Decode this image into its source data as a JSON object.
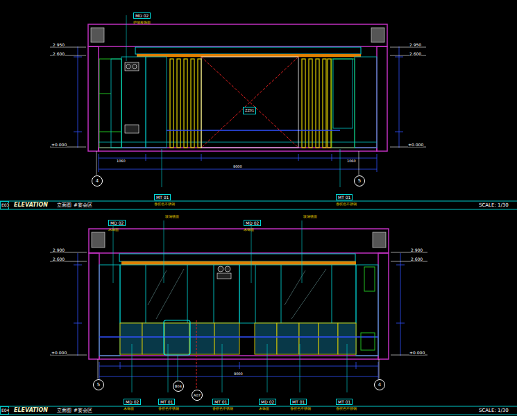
{
  "diagram": {
    "nodes": [
      {
        "text": [
          "MD 02",
          "护墙板饰面"
        ]
      },
      {
        "text": [
          "ZZ01"
        ]
      },
      {
        "text": [
          "4"
        ]
      },
      {
        "text": [
          "5"
        ]
      },
      {
        "text": [
          "MT 01",
          "香槟色不锈钢"
        ]
      },
      {
        "text": [
          "MT 01",
          "香槟色不锈钢"
        ]
      },
      {
        "text": [
          "MD 02",
          "木饰面"
        ]
      },
      {
        "text": [
          "MD 02",
          "木饰面"
        ]
      },
      {
        "text": [
          "5"
        ]
      },
      {
        "text": [
          "4"
        ]
      },
      {
        "text": [
          "B04"
        ]
      },
      {
        "text": [
          "A07"
        ]
      },
      {
        "text": [
          "MD 02",
          "木饰面"
        ]
      },
      {
        "text": [
          "MT 01",
          "香槟色不锈钢"
        ]
      },
      {
        "text": [
          "MT 01",
          "香槟色不锈钢"
        ]
      },
      {
        "text": [
          "MD 02",
          "木饰面"
        ]
      },
      {
        "text": [
          "MT 01",
          "香槟色不锈钢"
        ]
      },
      {
        "text": [
          "MT 01",
          "香槟色不锈钢"
        ]
      }
    ],
    "labels": [
      "2.950",
      "2.600",
      "±0.000",
      "2.950",
      "2.600",
      "±0.000",
      "1060",
      "1060",
      "9000",
      "E03",
      "ELEVATION",
      "立面图",
      "#宴会区",
      "SCALE: 1/30",
      "2.900",
      "2.600",
      "±0.000",
      "2.900",
      "2.600",
      "±0.000",
      "玻璃镜面",
      "玻璃镜面",
      "9000",
      "E04",
      "ELEVATION",
      "立面图",
      "#宴会区",
      "SCALE: 1/30"
    ]
  }
}
